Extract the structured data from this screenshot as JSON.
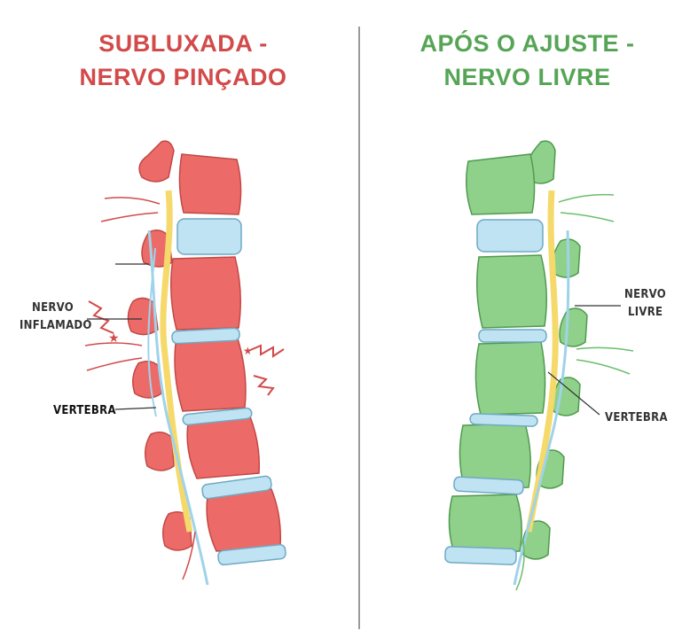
{
  "left_panel": {
    "title_line1": "SUBLUXADA -",
    "title_line2": "NERVO PINÇADO",
    "label_nerve_line1": "NERVO",
    "label_nerve_line2": "INFLAMADO",
    "label_vertebra": "VERTEBRA"
  },
  "right_panel": {
    "title_line1": "APÓS O AJUSTE -",
    "title_line2": "NERVO LIVRE",
    "label_nerve_line1": "NERVO",
    "label_nerve_line2": "LIVRE",
    "label_vertebra": "VERTEBRA"
  },
  "colors": {
    "left_title": "#d24a4a",
    "right_title": "#56a556",
    "red_bone": "#ec6b68",
    "green_bone": "#8fd18a",
    "disc": "#bfe3f2",
    "spinal_nerve": "#f5d96a",
    "divider": "#9a9a9a"
  }
}
